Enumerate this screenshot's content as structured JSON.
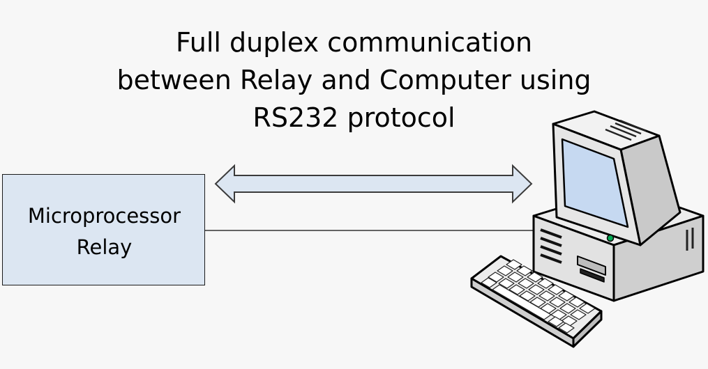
{
  "title": {
    "line1": "Full duplex communication",
    "line2": "between Relay and Computer using",
    "line3": "RS232 protocol"
  },
  "relay": {
    "line1": "Microprocessor",
    "line2": "Relay",
    "fill_color": "#dce6f2",
    "border_color": "#1a1a1a"
  },
  "arrow": {
    "type": "double-headed",
    "fill_color": "#dce6f2",
    "stroke_color": "#3b3b3b"
  },
  "connector": {
    "type": "line",
    "color": "#333333"
  },
  "computer": {
    "icon": "desktop-computer-icon",
    "monitor_screen_color": "#c6d9f1",
    "power_led_color": "#00a651"
  },
  "background_color": "#f7f7f7"
}
